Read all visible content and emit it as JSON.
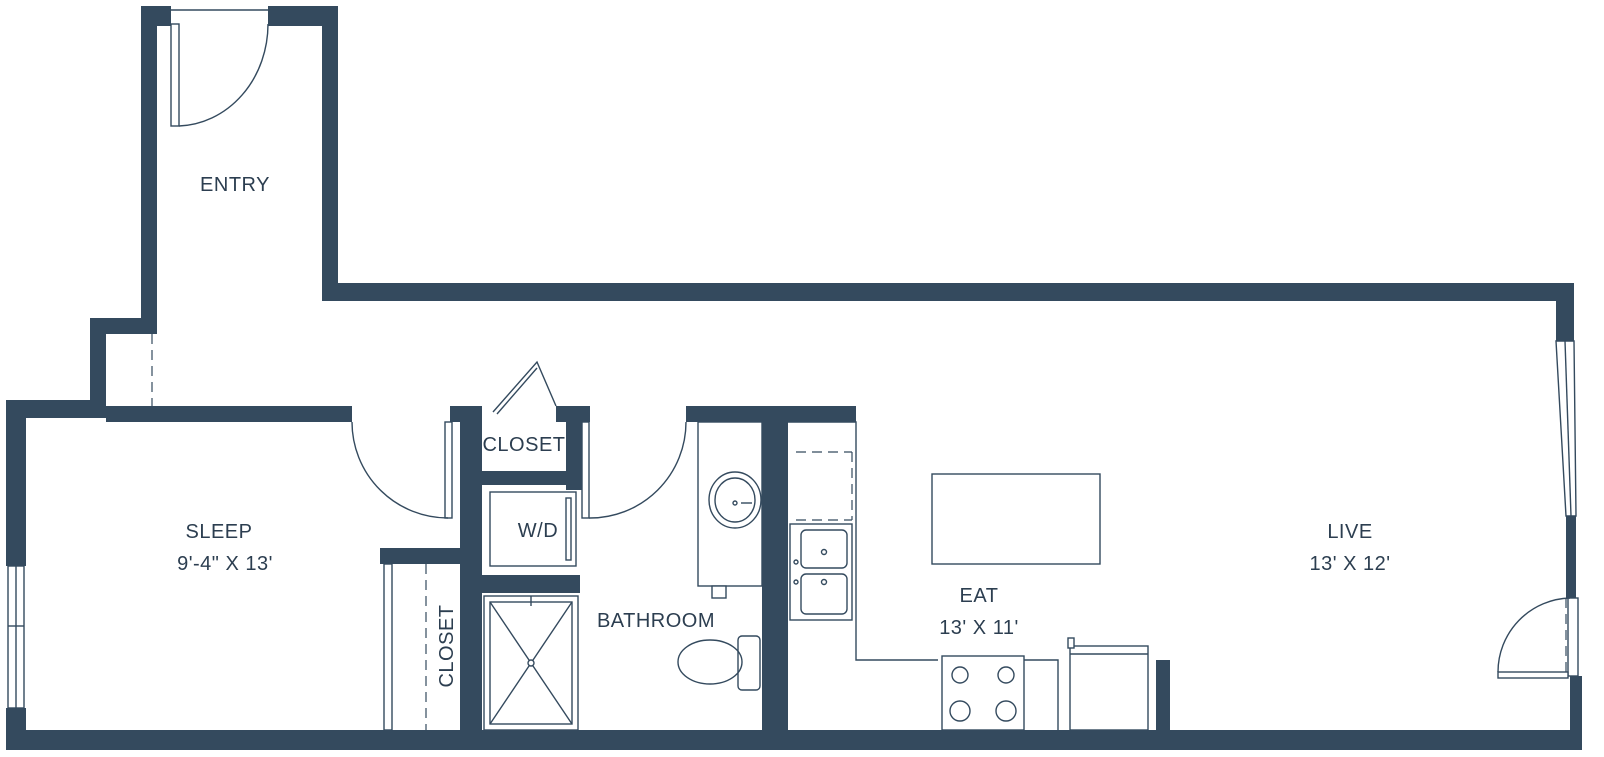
{
  "colors": {
    "wall": "#344a5e",
    "label": "#2c3e50",
    "background": "#ffffff"
  },
  "rooms": {
    "entry": {
      "name": "ENTRY"
    },
    "sleep": {
      "name": "SLEEP",
      "dims": "9'-4\" X 13'"
    },
    "closet_top": {
      "name": "CLOSET"
    },
    "wd": {
      "name": "W/D"
    },
    "closet_side": {
      "name": "CLOSET"
    },
    "bathroom": {
      "name": "BATHROOM"
    },
    "eat": {
      "name": "EAT",
      "dims": "13' X 11'"
    },
    "live": {
      "name": "LIVE",
      "dims": "13' X 12'"
    }
  },
  "fixtures": [
    "sink-icon",
    "toilet-icon",
    "shower-icon",
    "kitchen-sink-icon",
    "cooktop-icon",
    "refrigerator-icon",
    "washer-dryer-icon"
  ]
}
